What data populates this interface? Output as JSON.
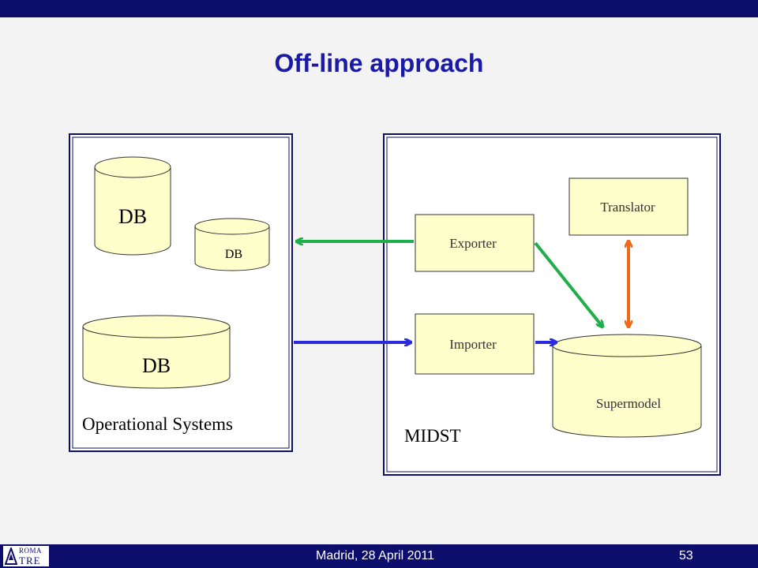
{
  "slide": {
    "title": "Off-line approach",
    "footer": "Madrid, 28 April 2011",
    "page_number": "53"
  },
  "logo": {
    "line1": "ROMA",
    "line2": "TRE"
  },
  "diagram": {
    "left_panel": {
      "label": "Operational Systems",
      "db_labels": [
        "DB",
        "DB",
        "DB"
      ]
    },
    "right_panel": {
      "label": "MIDST",
      "exporter": "Exporter",
      "importer": "Importer",
      "translator": "Translator",
      "supermodel": "Supermodel"
    },
    "colors": {
      "panel_border": "#0d0d6b",
      "cylinder_fill": "#ffffcc",
      "box_fill": "#ffffcc",
      "arrow_green": "#1fae4a",
      "arrow_blue": "#2b2bdc",
      "arrow_orange": "#ee6a1a"
    }
  }
}
